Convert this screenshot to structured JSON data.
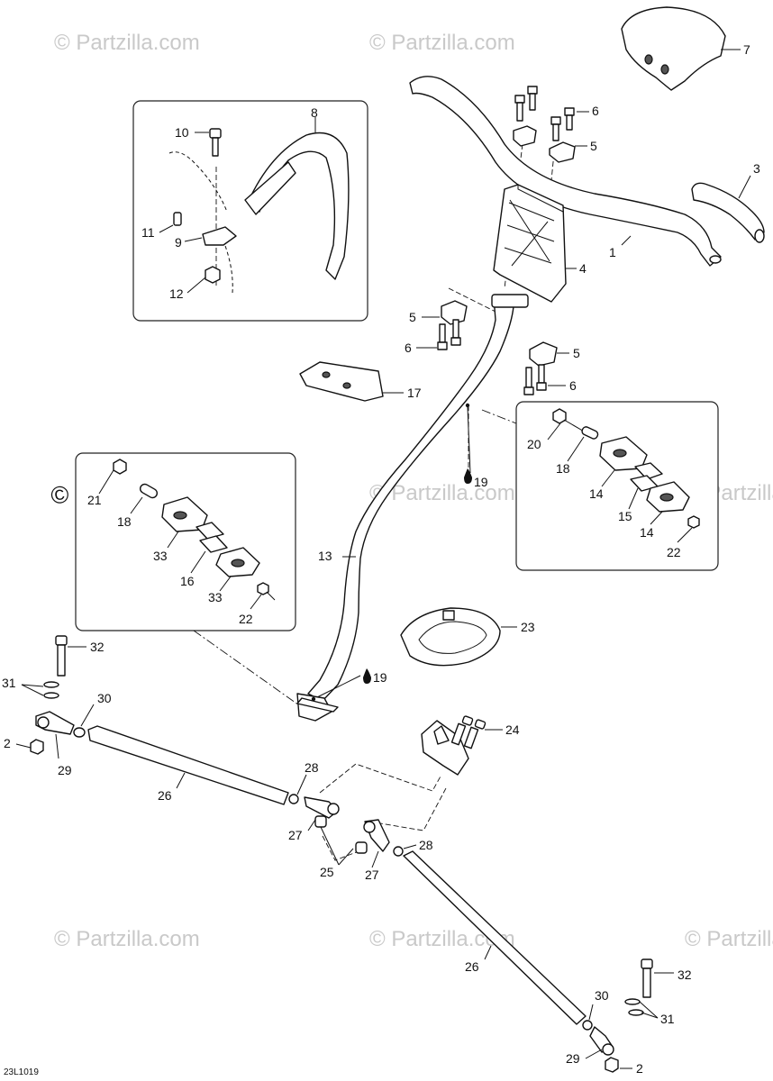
{
  "watermark": {
    "text": "© Partzilla.com",
    "color": "#c9c9c9"
  },
  "reference_code": "23L1019",
  "symbol_hint": "lubricant-drop-icon",
  "labels": {
    "l1": "1",
    "l2a": "2",
    "l2b": "2",
    "l3": "3",
    "l4": "4",
    "l5a": "5",
    "l5b": "5",
    "l5c": "5",
    "l6a": "6",
    "l6b": "6",
    "l6c": "6",
    "l7": "7",
    "l8": "8",
    "l9": "9",
    "l10": "10",
    "l11": "11",
    "l12": "12",
    "l13": "13",
    "l14a": "14",
    "l14b": "14",
    "l15": "15",
    "l16": "16",
    "l17": "17",
    "l18a": "18",
    "l18b": "18",
    "l19a": "19",
    "l19b": "19",
    "l20": "20",
    "l21": "21",
    "l22a": "22",
    "l22b": "22",
    "l23": "23",
    "l24": "24",
    "l25": "25",
    "l26a": "26",
    "l26b": "26",
    "l27a": "27",
    "l27b": "27",
    "l28a": "28",
    "l28b": "28",
    "l29a": "29",
    "l29b": "29",
    "l30a": "30",
    "l30b": "30",
    "l31a": "31",
    "l31b": "31",
    "l32a": "32",
    "l32b": "32",
    "l33a": "33",
    "l33b": "33"
  }
}
